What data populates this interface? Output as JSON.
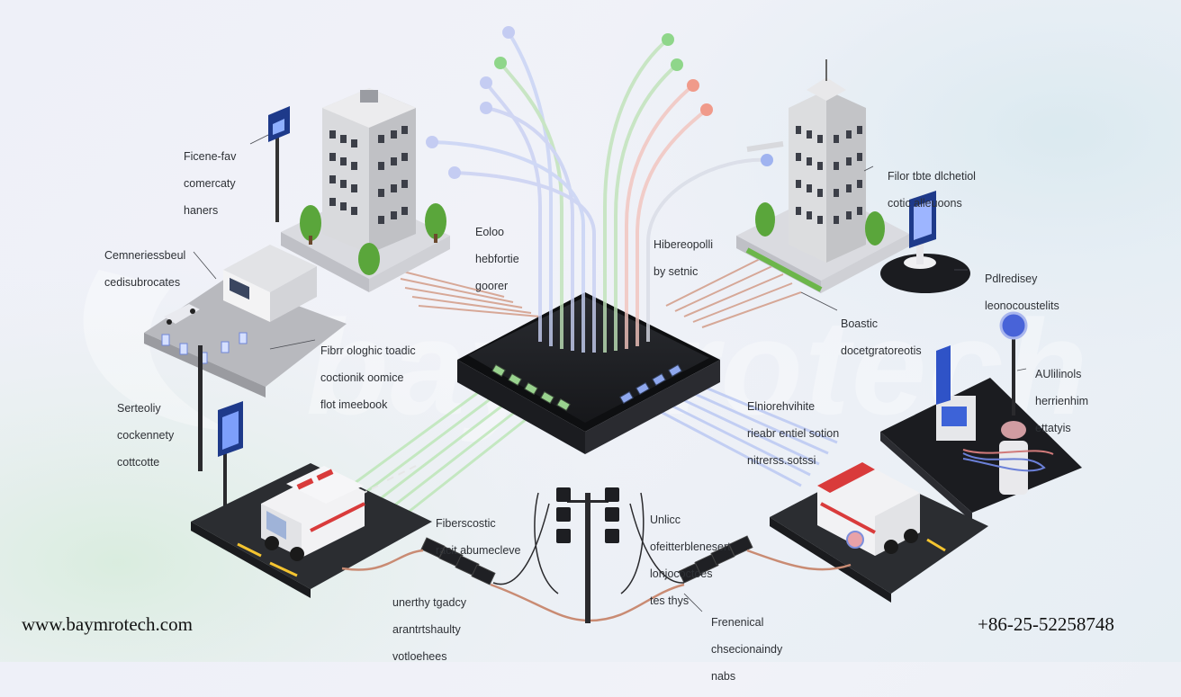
{
  "watermark": "baymrotech",
  "footer": {
    "website": "www.baymrotech.com",
    "phone": "+86-25-52258748"
  },
  "labels": {
    "top_left_building": [
      "Ficene-fav",
      "comercaty",
      "haners"
    ],
    "commercial": [
      "Cemneriessbeul",
      "cedisubrocates"
    ],
    "fiber_left": [
      "Fibrr ologhic toadic",
      "coctionik oomice",
      "flot imeebook"
    ],
    "sensing_left": [
      "Serteoliy",
      "cockennety",
      "cottcotte"
    ],
    "center_left": [
      "Eoloo",
      "hebfortie",
      "goorer"
    ],
    "center_right": [
      "Hibereopolli",
      "by setnic"
    ],
    "top_right_building": [
      "Filor tbte dlchetiol",
      "cotic alleuoons"
    ],
    "right_platform": [
      "Pdlredisey",
      "leonocoustelits"
    ],
    "basic": [
      "Boastic",
      "docetgratoreotis"
    ],
    "right_column": [
      "AUlilinols",
      "herrienhim",
      "ettatyis"
    ],
    "middle_right": [
      "Elniorehvihite",
      "rieabr entiel sotion",
      "nitrerss.sotssi"
    ],
    "bottom_center_left": [
      "Fiberscostic",
      "racit abumecleve"
    ],
    "bottom_center_right": [
      "Unlicc",
      "ofeitterblenesert",
      "lonjococtoes",
      "tes thys"
    ],
    "bottom_left": [
      "unerthy tgadcy",
      "arantrtshaulty",
      "votloehees"
    ],
    "bottom_right": [
      "Frenenical",
      "chsecionaindy",
      "nabs"
    ]
  },
  "colors": {
    "hub": "#1d1f23",
    "fiber_green": "#8fd68a",
    "fiber_blue": "#9fb3f0",
    "fiber_red": "#f09a8a",
    "cable_copper": "#c98b73",
    "platform_gray": "#d9dadf",
    "road": "#2b2d31",
    "lane_yellow": "#f4c430",
    "tree": "#5aa63b"
  },
  "icons": [
    "signpost-icon",
    "tree-icon",
    "car-icon",
    "ambulance-icon",
    "traffic-light-icon",
    "junction-box-icon",
    "sensor-icon"
  ]
}
